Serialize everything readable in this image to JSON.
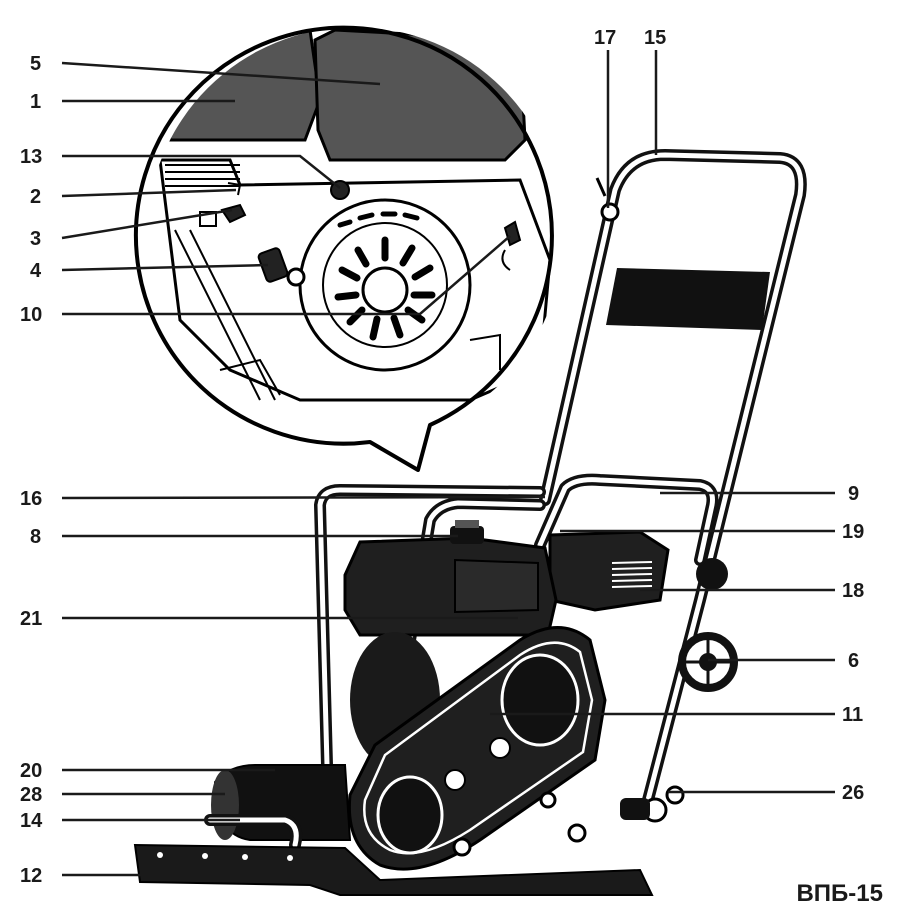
{
  "model": "ВПБ-15",
  "callouts": [
    {
      "id": "5",
      "label": "5"
    },
    {
      "id": "1",
      "label": "1"
    },
    {
      "id": "13",
      "label": "13"
    },
    {
      "id": "2",
      "label": "2"
    },
    {
      "id": "3",
      "label": "3"
    },
    {
      "id": "4",
      "label": "4"
    },
    {
      "id": "10",
      "label": "10"
    },
    {
      "id": "17",
      "label": "17"
    },
    {
      "id": "15",
      "label": "15"
    },
    {
      "id": "16",
      "label": "16"
    },
    {
      "id": "8",
      "label": "8"
    },
    {
      "id": "21",
      "label": "21"
    },
    {
      "id": "20",
      "label": "20"
    },
    {
      "id": "28",
      "label": "28"
    },
    {
      "id": "14",
      "label": "14"
    },
    {
      "id": "12",
      "label": "12"
    },
    {
      "id": "9",
      "label": "9"
    },
    {
      "id": "19",
      "label": "19"
    },
    {
      "id": "18",
      "label": "18"
    },
    {
      "id": "6",
      "label": "6"
    },
    {
      "id": "11",
      "label": "11"
    },
    {
      "id": "26",
      "label": "26"
    }
  ]
}
